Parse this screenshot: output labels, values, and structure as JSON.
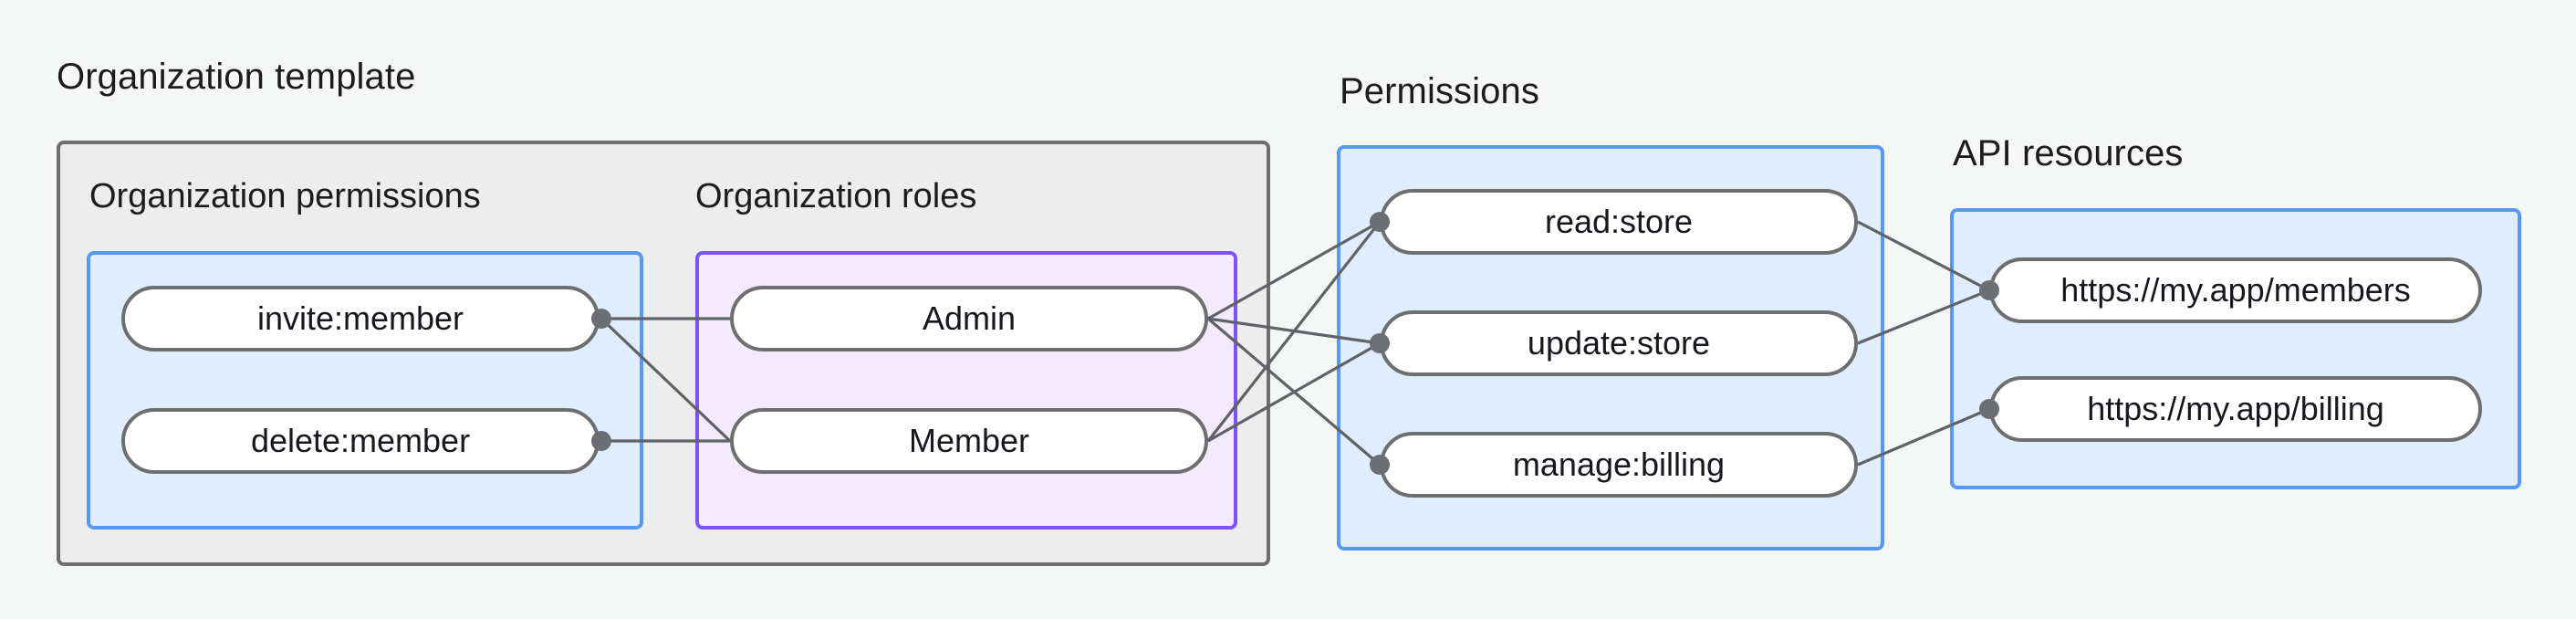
{
  "diagram": {
    "title_groups": [
      {
        "key": "organization_template",
        "label": "Organization template"
      },
      {
        "key": "permissions",
        "label": "Permissions"
      },
      {
        "key": "api_resources",
        "label": "API resources"
      }
    ],
    "sections": [
      {
        "key": "organization_permissions",
        "label": "Organization permissions"
      },
      {
        "key": "organization_roles",
        "label": "Organization roles"
      }
    ],
    "nodes": {
      "organization_permissions": [
        {
          "id": "invite-member",
          "label": "invite:member"
        },
        {
          "id": "delete-member",
          "label": "delete:member"
        }
      ],
      "organization_roles": [
        {
          "id": "admin",
          "label": "Admin"
        },
        {
          "id": "member",
          "label": "Member"
        }
      ],
      "permissions": [
        {
          "id": "read-store",
          "label": "read:store"
        },
        {
          "id": "update-store",
          "label": "update:store"
        },
        {
          "id": "manage-billing",
          "label": "manage:billing"
        }
      ],
      "api_resources": [
        {
          "id": "members-url",
          "label": "https://my.app/members"
        },
        {
          "id": "billing-url",
          "label": "https://my.app/billing"
        }
      ]
    },
    "edges": [
      {
        "from": "invite-member",
        "to": "admin"
      },
      {
        "from": "invite-member",
        "to": "member"
      },
      {
        "from": "delete-member",
        "to": "member"
      },
      {
        "from": "admin",
        "to": "read-store"
      },
      {
        "from": "admin",
        "to": "update-store"
      },
      {
        "from": "admin",
        "to": "manage-billing"
      },
      {
        "from": "member",
        "to": "read-store"
      },
      {
        "from": "member",
        "to": "update-store"
      },
      {
        "from": "read-store",
        "to": "members-url"
      },
      {
        "from": "update-store",
        "to": "members-url"
      },
      {
        "from": "manage-billing",
        "to": "billing-url"
      }
    ],
    "colors": {
      "canvas": "#f5f7f6",
      "outer_border": "#6e6e6e",
      "outer_fill": "#ededed",
      "blue_border": "#5599f5",
      "blue_fill": "#dfedfd",
      "purple_border": "#7b53f7",
      "purple_fill": "#f3ebfd",
      "node_border": "#6e6e6e",
      "node_fill": "#ffffff",
      "edge": "#5f6368",
      "text": "#1c1c1c"
    }
  }
}
